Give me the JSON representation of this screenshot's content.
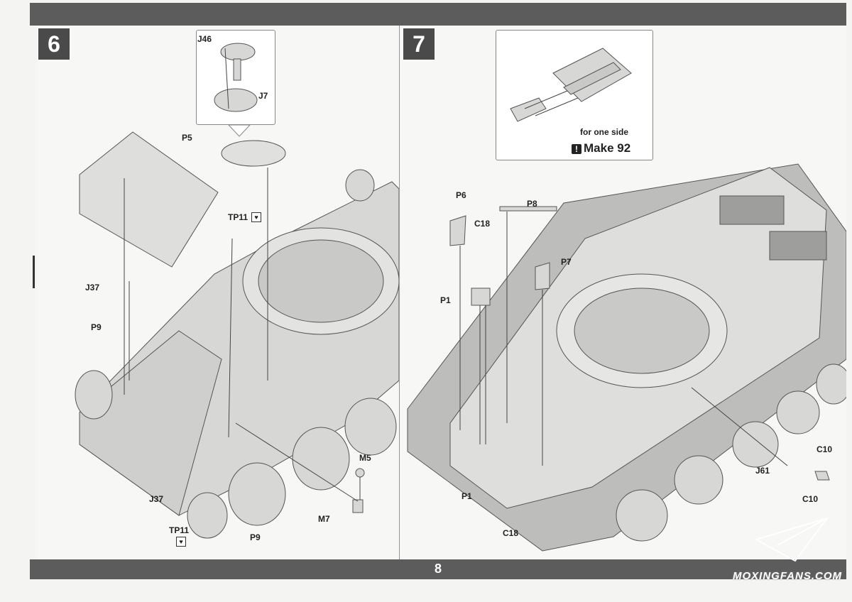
{
  "page": {
    "number": "8"
  },
  "watermark": "MOXINGFANS.COM",
  "step6": {
    "badge": "6",
    "labels": {
      "J46": "J46",
      "J7": "J7",
      "P5": "P5",
      "TP11a": "TP11",
      "J37a": "J37",
      "P9a": "P9",
      "J37b": "J37",
      "TP11b": "TP11",
      "P9b": "P9",
      "M5": "M5",
      "M7": "M7"
    }
  },
  "step7": {
    "badge": "7",
    "callout": {
      "for_one_side": "for one side",
      "make": "Make 92"
    },
    "labels": {
      "P6": "P6",
      "C18a": "C18",
      "P8": "P8",
      "P7": "P7",
      "P1a": "P1",
      "P1b": "P1",
      "C18b": "C18",
      "C10a": "C10",
      "J61": "J61",
      "C10b": "C10"
    }
  },
  "colors": {
    "bar": "#5c5c5c",
    "badge": "#4a4a4a",
    "model_fill": "#d7d7d5",
    "model_stroke": "#555555"
  },
  "icons": {
    "glue": "glue-icon",
    "make": "exclamation-icon",
    "logo": "paper-plane-logo-icon"
  }
}
